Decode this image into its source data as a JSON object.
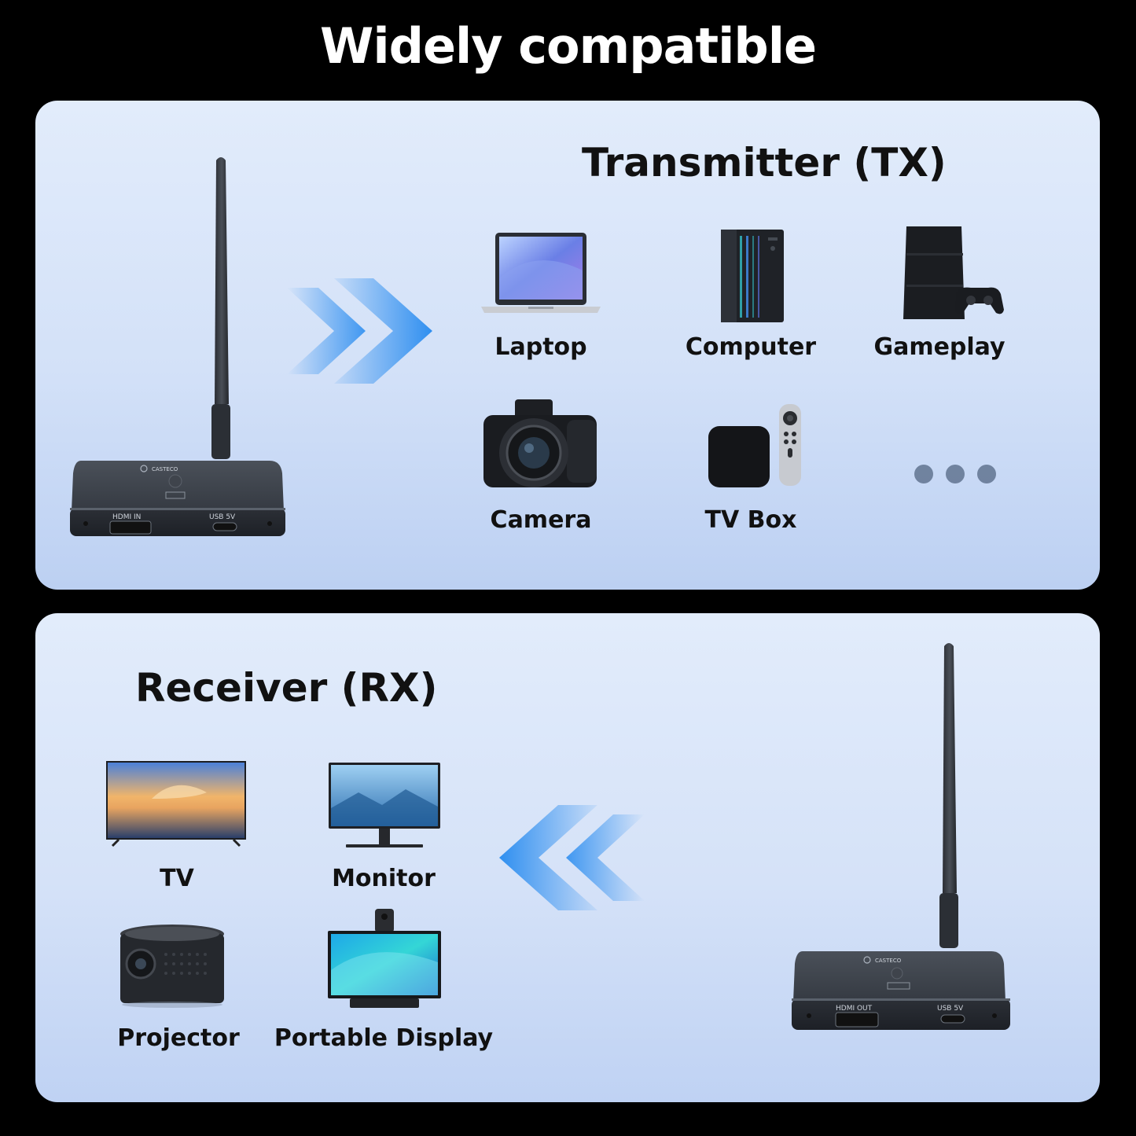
{
  "page": {
    "title": "Widely compatible"
  },
  "transmitter": {
    "title": "Transmitter (TX)",
    "devices": [
      {
        "label": "Laptop",
        "icon": "laptop-icon"
      },
      {
        "label": "Computer",
        "icon": "computer-tower-icon"
      },
      {
        "label": "Gameplay",
        "icon": "game-console-icon"
      },
      {
        "label": "Camera",
        "icon": "camera-icon"
      },
      {
        "label": "TV Box",
        "icon": "tv-box-icon"
      }
    ],
    "more_icon": "more-dots-icon",
    "unit": {
      "port_hdmi": "HDMI IN",
      "port_usb": "USB 5V"
    }
  },
  "receiver": {
    "title": "Receiver (RX)",
    "devices": [
      {
        "label": "TV",
        "icon": "tv-icon"
      },
      {
        "label": "Monitor",
        "icon": "monitor-icon"
      },
      {
        "label": "Projector",
        "icon": "projector-icon"
      },
      {
        "label": "Portable Display",
        "icon": "portable-display-icon"
      }
    ],
    "unit": {
      "port_hdmi": "HDMI OUT",
      "port_usb": "USB 5V"
    }
  },
  "colors": {
    "accent_blue": "#2f8ff0",
    "device_dark": "#2e333b"
  }
}
